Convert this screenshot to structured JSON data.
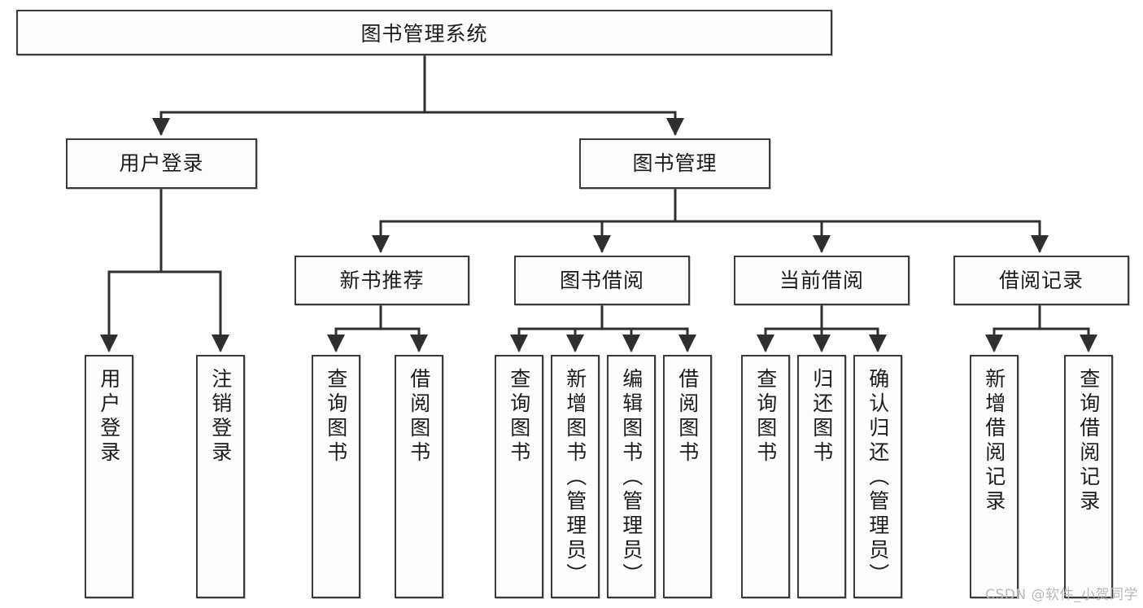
{
  "diagram": {
    "type": "tree",
    "title": "图书管理系统",
    "root": {
      "label": "图书管理系统"
    },
    "level2": [
      {
        "label": "用户登录"
      },
      {
        "label": "图书管理"
      }
    ],
    "level3": [
      {
        "label": "新书推荐"
      },
      {
        "label": "图书借阅"
      },
      {
        "label": "当前借阅"
      },
      {
        "label": "借阅记录"
      }
    ],
    "leaves": {
      "user_login": [
        {
          "label": "用户登录"
        },
        {
          "label": "注销登录"
        }
      ],
      "new_book": [
        {
          "label": "查询图书"
        },
        {
          "label": "借阅图书"
        }
      ],
      "borrow": [
        {
          "label": "查询图书"
        },
        {
          "label": "新增图书（管理员）"
        },
        {
          "label": "编辑图书（管理员）"
        },
        {
          "label": "借阅图书"
        }
      ],
      "current": [
        {
          "label": "查询图书"
        },
        {
          "label": "归还图书"
        },
        {
          "label": "确认归还（管理员）"
        }
      ],
      "records": [
        {
          "label": "新增借阅记录"
        },
        {
          "label": "查询借阅记录"
        }
      ]
    },
    "colors": {
      "border": "#3a3a3a",
      "fill": "#fdfdfd",
      "text": "#1b1b1b",
      "connector": "#2f2f2f",
      "watermark": "#b9b9b9"
    }
  },
  "watermark": {
    "text": "CSDN @软件_小贺同学"
  }
}
